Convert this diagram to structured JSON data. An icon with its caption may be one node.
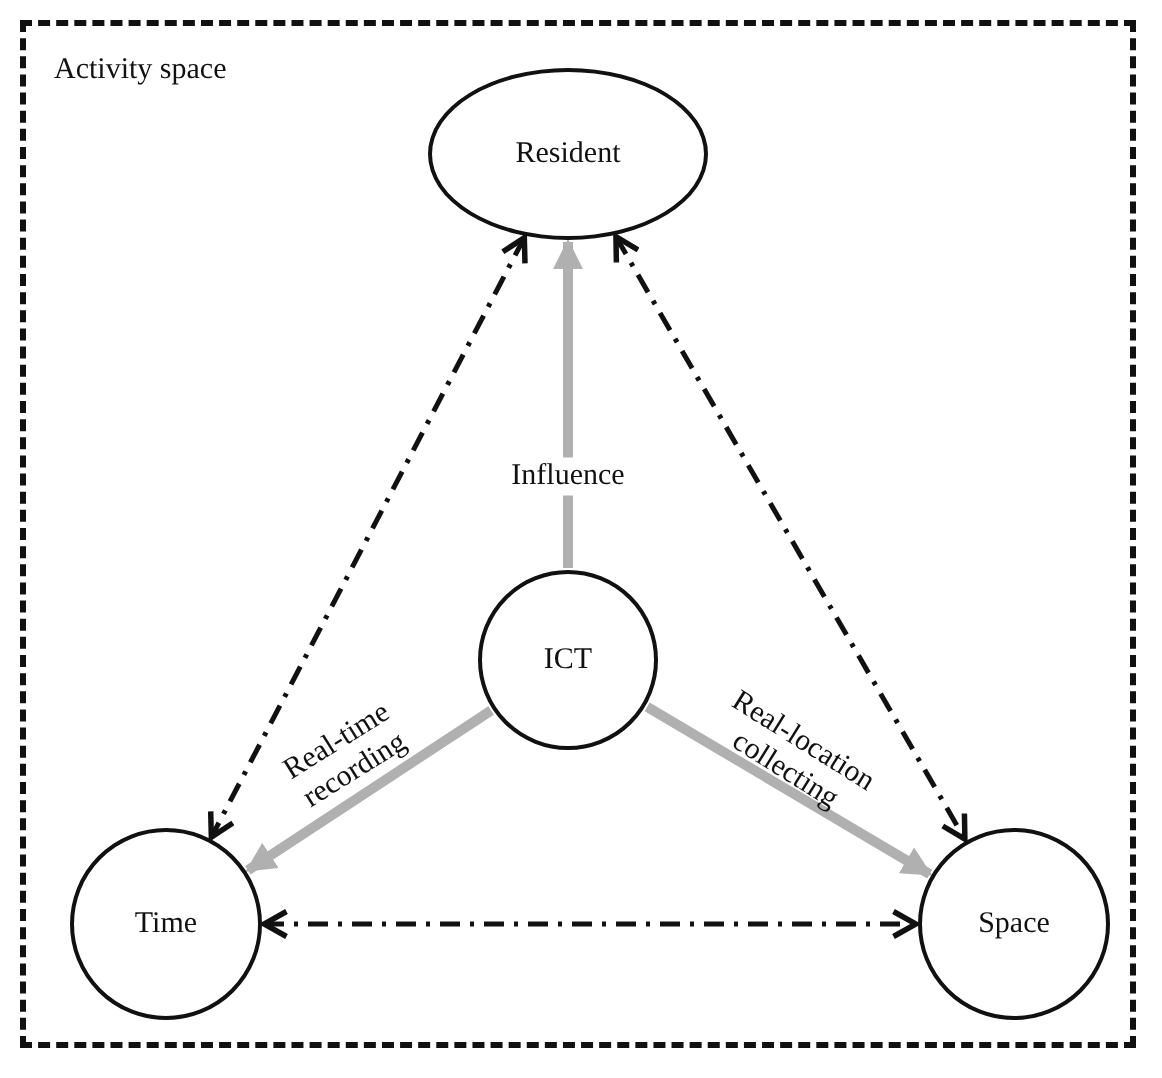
{
  "diagram": {
    "nodes": [
      {
        "text": [
          "Activity space"
        ]
      },
      {
        "text": [
          "Resident"
        ],
        "in": 0
      },
      {
        "text": [
          "ICT"
        ],
        "in": 0
      },
      {
        "text": [
          "Time"
        ],
        "in": 0
      },
      {
        "text": [
          "Space"
        ],
        "in": 0
      }
    ],
    "edges": [
      {
        "from": 2,
        "to": 1,
        "arrow": "to",
        "label": "Influence",
        "style": "thick",
        "color": "#b0b0b0"
      },
      {
        "from": 2,
        "to": 3,
        "arrow": "to",
        "label": "Real-time recording",
        "style": "thick",
        "color": "#b0b0b0"
      },
      {
        "from": 2,
        "to": 4,
        "arrow": "to",
        "label": "Real-location collecting",
        "style": "thick",
        "color": "#b0b0b0"
      },
      {
        "from": 1,
        "to": 3,
        "arrow": "both",
        "style": "dashed",
        "color": "#111111"
      },
      {
        "from": 1,
        "to": 4,
        "arrow": "both",
        "style": "dashed",
        "color": "#111111"
      },
      {
        "from": 3,
        "to": 4,
        "arrow": "both",
        "style": "dashed",
        "color": "#111111"
      }
    ]
  }
}
